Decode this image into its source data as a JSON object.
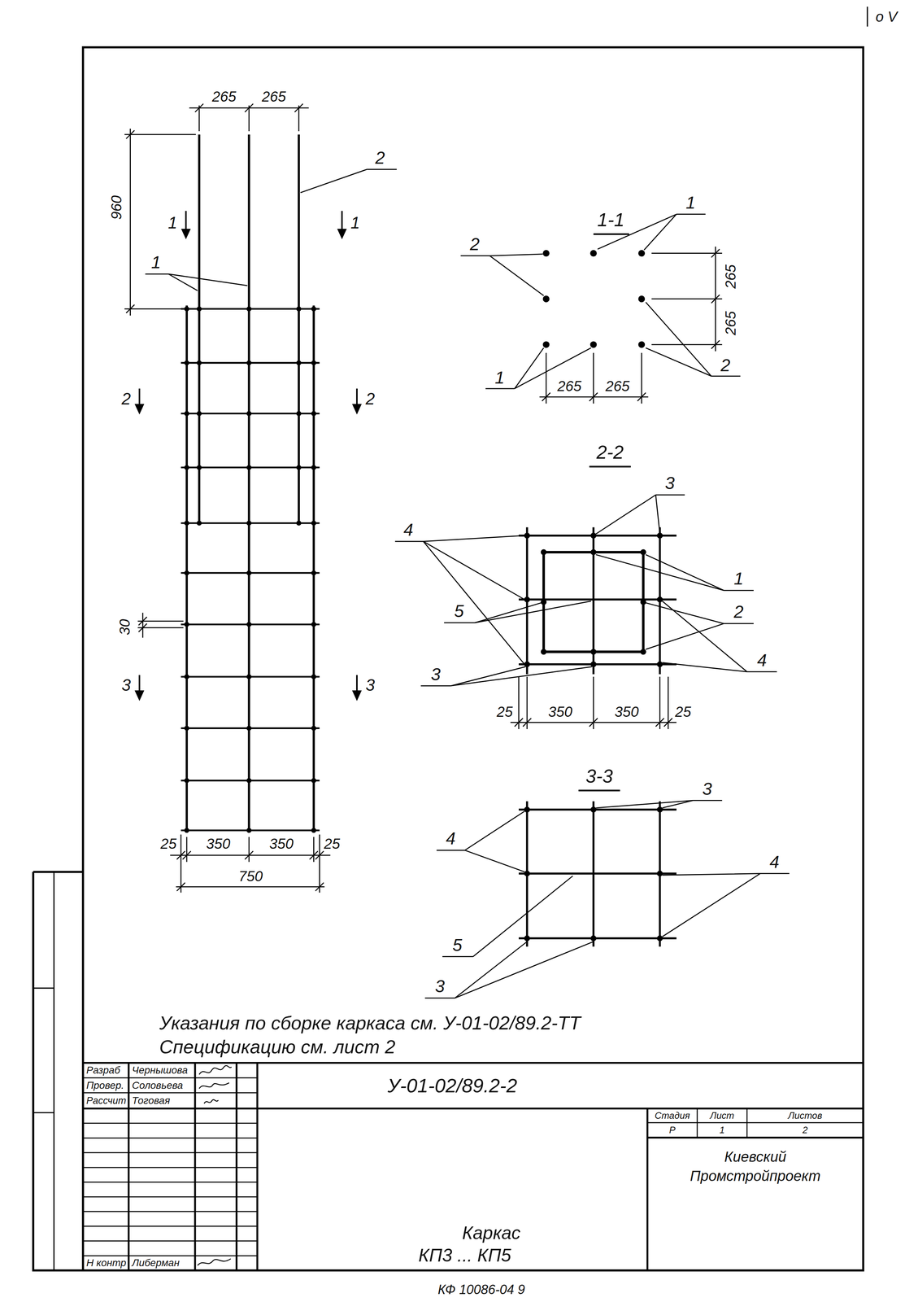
{
  "diagram": {
    "labels": [
      "о V",
      "265",
      "265",
      "2",
      "960",
      "1",
      "1",
      "1",
      "2",
      "2",
      "3",
      "3",
      "30",
      "25",
      "350",
      "350",
      "25",
      "750",
      "1-1",
      "1",
      "2",
      "265",
      "265",
      "1",
      "265",
      "265",
      "2",
      "2-2",
      "3",
      "4",
      "1",
      "5",
      "2",
      "4",
      "3",
      "25",
      "350",
      "350",
      "25",
      "3-3",
      "3",
      "4",
      "4",
      "5",
      "3",
      "Указания по сборке каркаса см. У-01-02/89.2-ТТ",
      "Спецификацию см. лист 2",
      "Разраб",
      "Чернышова",
      "Провер.",
      "Соловьева",
      "Рассчит",
      "Тоговая",
      "Н контр",
      "Либерман",
      "У-01-02/89.2-2",
      "Стадия",
      "Лист",
      "Листов",
      "Р",
      "1",
      "2",
      "Каркас",
      "КП3 ... КП5",
      "Киевский",
      "Промстройпроект",
      "КФ 10086-04 9"
    ]
  }
}
